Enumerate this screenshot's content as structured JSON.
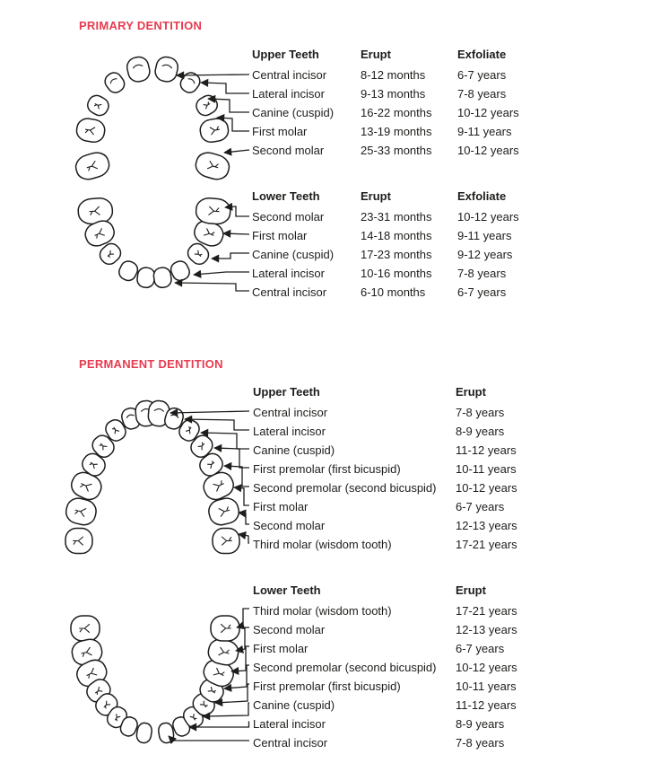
{
  "colors": {
    "heading-red": "#e63b50",
    "ink": "#1d1d1b"
  },
  "primary": {
    "title": "PRIMARY DENTITION",
    "upper": {
      "columns": [
        "Upper Teeth",
        "Erupt",
        "Exfoliate"
      ],
      "rows": [
        {
          "name": "Central incisor",
          "erupt": "8-12 months",
          "exfoliate": "6-7 years"
        },
        {
          "name": "Lateral incisor",
          "erupt": "9-13 months",
          "exfoliate": "7-8 years"
        },
        {
          "name": "Canine (cuspid)",
          "erupt": "16-22 months",
          "exfoliate": "10-12 years"
        },
        {
          "name": "First molar",
          "erupt": "13-19 months",
          "exfoliate": "9-11 years"
        },
        {
          "name": "Second molar",
          "erupt": "25-33 months",
          "exfoliate": "10-12 years"
        }
      ]
    },
    "lower": {
      "columns": [
        "Lower Teeth",
        "Erupt",
        "Exfoliate"
      ],
      "rows": [
        {
          "name": "Second molar",
          "erupt": "23-31 months",
          "exfoliate": "10-12 years"
        },
        {
          "name": "First molar",
          "erupt": "14-18 months",
          "exfoliate": "9-11 years"
        },
        {
          "name": "Canine (cuspid)",
          "erupt": "17-23 months",
          "exfoliate": "9-12 years"
        },
        {
          "name": "Lateral incisor",
          "erupt": "10-16 months",
          "exfoliate": "7-8 years"
        },
        {
          "name": "Central incisor",
          "erupt": "6-10 months",
          "exfoliate": "6-7 years"
        }
      ]
    }
  },
  "permanent": {
    "title": "PERMANENT DENTITION",
    "upper": {
      "columns": [
        "Upper Teeth",
        "Erupt"
      ],
      "rows": [
        {
          "name": "Central incisor",
          "erupt": "7-8 years"
        },
        {
          "name": "Lateral incisor",
          "erupt": "8-9 years"
        },
        {
          "name": "Canine (cuspid)",
          "erupt": "11-12 years"
        },
        {
          "name": "First premolar (first bicuspid)",
          "erupt": "10-11 years"
        },
        {
          "name": "Second premolar (second bicuspid)",
          "erupt": "10-12 years"
        },
        {
          "name": "First molar",
          "erupt": "6-7 years"
        },
        {
          "name": "Second molar",
          "erupt": "12-13 years"
        },
        {
          "name": "Third molar (wisdom tooth)",
          "erupt": "17-21 years"
        }
      ]
    },
    "lower": {
      "columns": [
        "Lower Teeth",
        "Erupt"
      ],
      "rows": [
        {
          "name": "Third molar (wisdom tooth)",
          "erupt": "17-21 years"
        },
        {
          "name": "Second molar",
          "erupt": "12-13 years"
        },
        {
          "name": "First molar",
          "erupt": "6-7 years"
        },
        {
          "name": "Second premolar (second bicuspid)",
          "erupt": "10-12 years"
        },
        {
          "name": "First premolar (first bicuspid)",
          "erupt": "10-11 years"
        },
        {
          "name": "Canine (cuspid)",
          "erupt": "11-12 years"
        },
        {
          "name": "Lateral incisor",
          "erupt": "8-9 years"
        },
        {
          "name": "Central incisor",
          "erupt": "7-8 years"
        }
      ]
    }
  }
}
